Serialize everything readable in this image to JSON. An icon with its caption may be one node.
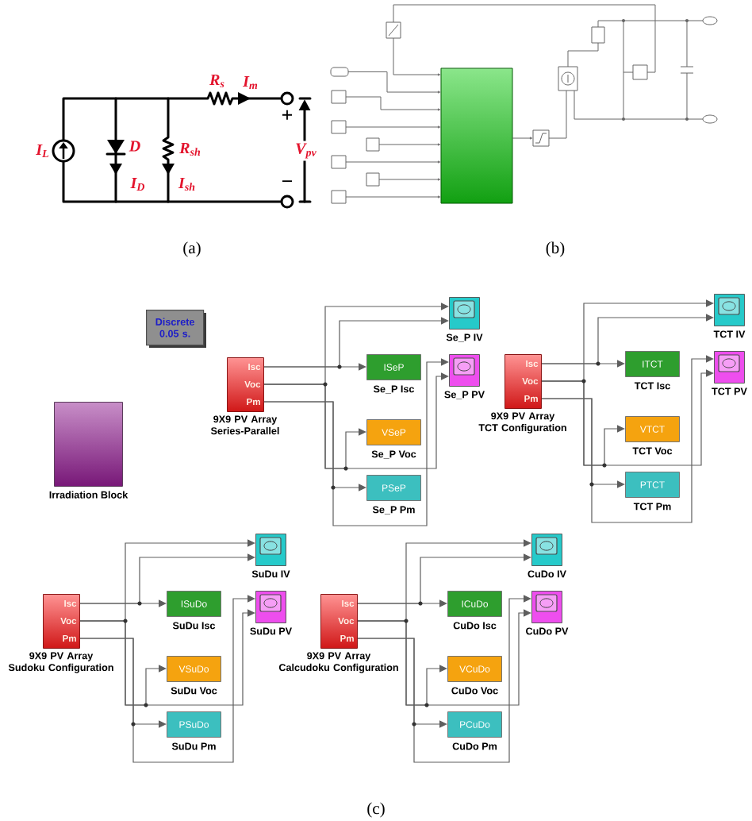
{
  "diagram": {
    "nodes": [
      {
        "text": [
          "Discrete 0.05 s."
        ]
      },
      {
        "text": [
          "Irradiation Block"
        ]
      },
      {
        "text": [
          "Isc",
          "Voc",
          "Pm",
          "9X9 PV Array Series-Parallel"
        ]
      },
      {
        "text": [
          "Se_P IV"
        ]
      },
      {
        "text": [
          "ISeP",
          "Se_P Isc"
        ]
      },
      {
        "text": [
          "Se_P PV"
        ]
      },
      {
        "text": [
          "VSeP",
          "Se_P Voc"
        ]
      },
      {
        "text": [
          "PSeP",
          "Se_P Pm"
        ]
      },
      {
        "text": [
          "Isc",
          "Voc",
          "Pm",
          "9X9 PV Array TCT Configuration"
        ]
      },
      {
        "text": [
          "TCT IV"
        ]
      },
      {
        "text": [
          "ITCT",
          "TCT Isc"
        ]
      },
      {
        "text": [
          "TCT PV"
        ]
      },
      {
        "text": [
          "VTCT",
          "TCT Voc"
        ]
      },
      {
        "text": [
          "PTCT",
          "TCT Pm"
        ]
      },
      {
        "text": [
          "Isc",
          "Voc",
          "Pm",
          "9X9 PV Array Sudoku Configuration"
        ]
      },
      {
        "text": [
          "SuDu IV"
        ]
      },
      {
        "text": [
          "ISuDo",
          "SuDu Isc"
        ]
      },
      {
        "text": [
          "SuDu PV"
        ]
      },
      {
        "text": [
          "VSuDo",
          "SuDu Voc"
        ]
      },
      {
        "text": [
          "PSuDo",
          "SuDu Pm"
        ]
      },
      {
        "text": [
          "Isc",
          "Voc",
          "Pm",
          "9X9 PV Array Calcudoku Configuration"
        ]
      },
      {
        "text": [
          "CuDo IV"
        ]
      },
      {
        "text": [
          "ICuDo",
          "CuDo Isc"
        ]
      },
      {
        "text": [
          "CuDo PV"
        ]
      },
      {
        "text": [
          "VCuDo",
          "CuDo Voc"
        ]
      },
      {
        "text": [
          "PCuDo",
          "CuDo Pm"
        ]
      }
    ],
    "edges": [
      {
        "from": 2,
        "to": 4,
        "arrow": "to"
      },
      {
        "from": 2,
        "to": 3,
        "arrow": "to"
      },
      {
        "from": 2,
        "to": 3,
        "arrow": "to"
      },
      {
        "from": 2,
        "to": 6,
        "arrow": "to"
      },
      {
        "from": 2,
        "to": 5,
        "arrow": "to"
      },
      {
        "from": 2,
        "to": 7,
        "arrow": "to"
      },
      {
        "from": 2,
        "to": 5,
        "arrow": "to"
      },
      {
        "from": 8,
        "to": 10,
        "arrow": "to"
      },
      {
        "from": 8,
        "to": 9,
        "arrow": "to"
      },
      {
        "from": 8,
        "to": 9,
        "arrow": "to"
      },
      {
        "from": 8,
        "to": 12,
        "arrow": "to"
      },
      {
        "from": 8,
        "to": 11,
        "arrow": "to"
      },
      {
        "from": 8,
        "to": 13,
        "arrow": "to"
      },
      {
        "from": 8,
        "to": 11,
        "arrow": "to"
      },
      {
        "from": 14,
        "to": 16,
        "arrow": "to"
      },
      {
        "from": 14,
        "to": 15,
        "arrow": "to"
      },
      {
        "from": 14,
        "to": 15,
        "arrow": "to"
      },
      {
        "from": 14,
        "to": 18,
        "arrow": "to"
      },
      {
        "from": 14,
        "to": 17,
        "arrow": "to"
      },
      {
        "from": 14,
        "to": 19,
        "arrow": "to"
      },
      {
        "from": 14,
        "to": 17,
        "arrow": "to"
      },
      {
        "from": 20,
        "to": 22,
        "arrow": "to"
      },
      {
        "from": 20,
        "to": 21,
        "arrow": "to"
      },
      {
        "from": 20,
        "to": 21,
        "arrow": "to"
      },
      {
        "from": 20,
        "to": 24,
        "arrow": "to"
      },
      {
        "from": 20,
        "to": 23,
        "arrow": "to"
      },
      {
        "from": 20,
        "to": 25,
        "arrow": "to"
      },
      {
        "from": 20,
        "to": 23,
        "arrow": "to"
      }
    ],
    "labels": [
      "R$_{s}$",
      "I$_{m}$",
      "+",
      "I$_{L}$",
      "D",
      "R$_{sh}$",
      "V$_{pv}$",
      "I$_{D}$",
      "I$_{sh}$",
      "−",
      "(a)",
      "(b)",
      "(c)"
    ]
  }
}
